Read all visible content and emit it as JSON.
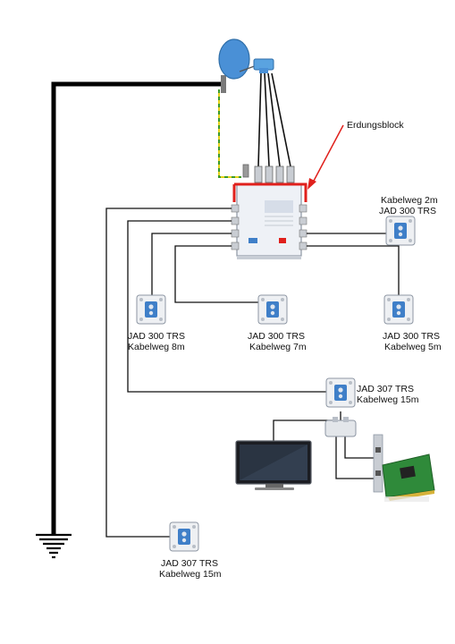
{
  "labels": {
    "grounding_block": "Erdungsblock",
    "top_right": {
      "line1": "Kabelweg 2m",
      "line2": "JAD 300 TRS"
    },
    "left": {
      "line1": "JAD 300 TRS",
      "line2": "Kabelweg 8m"
    },
    "middle": {
      "line1": "JAD 300 TRS",
      "line2": "Kabelweg 7m"
    },
    "right": {
      "line1": "JAD 300 TRS",
      "line2": "Kabelweg 5m"
    },
    "jad307_top": {
      "line1": "JAD 307 TRS",
      "line2": "Kabelweg 15m"
    },
    "jad307_bottom": {
      "line1": "JAD 307 TRS",
      "line2": "Kabelweg 15m"
    }
  },
  "colors": {
    "dish": "#4a90d6",
    "lnb": "#5aa3e0",
    "grounding_box": "#e0201c",
    "ground_wire_yellow": "#e6d21a",
    "ground_wire_green": "#3a9a2a",
    "cable": "#111111",
    "multiswitch_body": "#eef1f6",
    "socket_blue": "#3f7fc8",
    "card_pcb": "#2f8a3a"
  },
  "icons": [
    "satellite-dish-icon",
    "lnb-icon",
    "multiswitch-icon",
    "antenna-socket-icon",
    "ground-symbol-icon",
    "tv-monitor-icon",
    "tv-card-icon",
    "splitter-icon"
  ]
}
